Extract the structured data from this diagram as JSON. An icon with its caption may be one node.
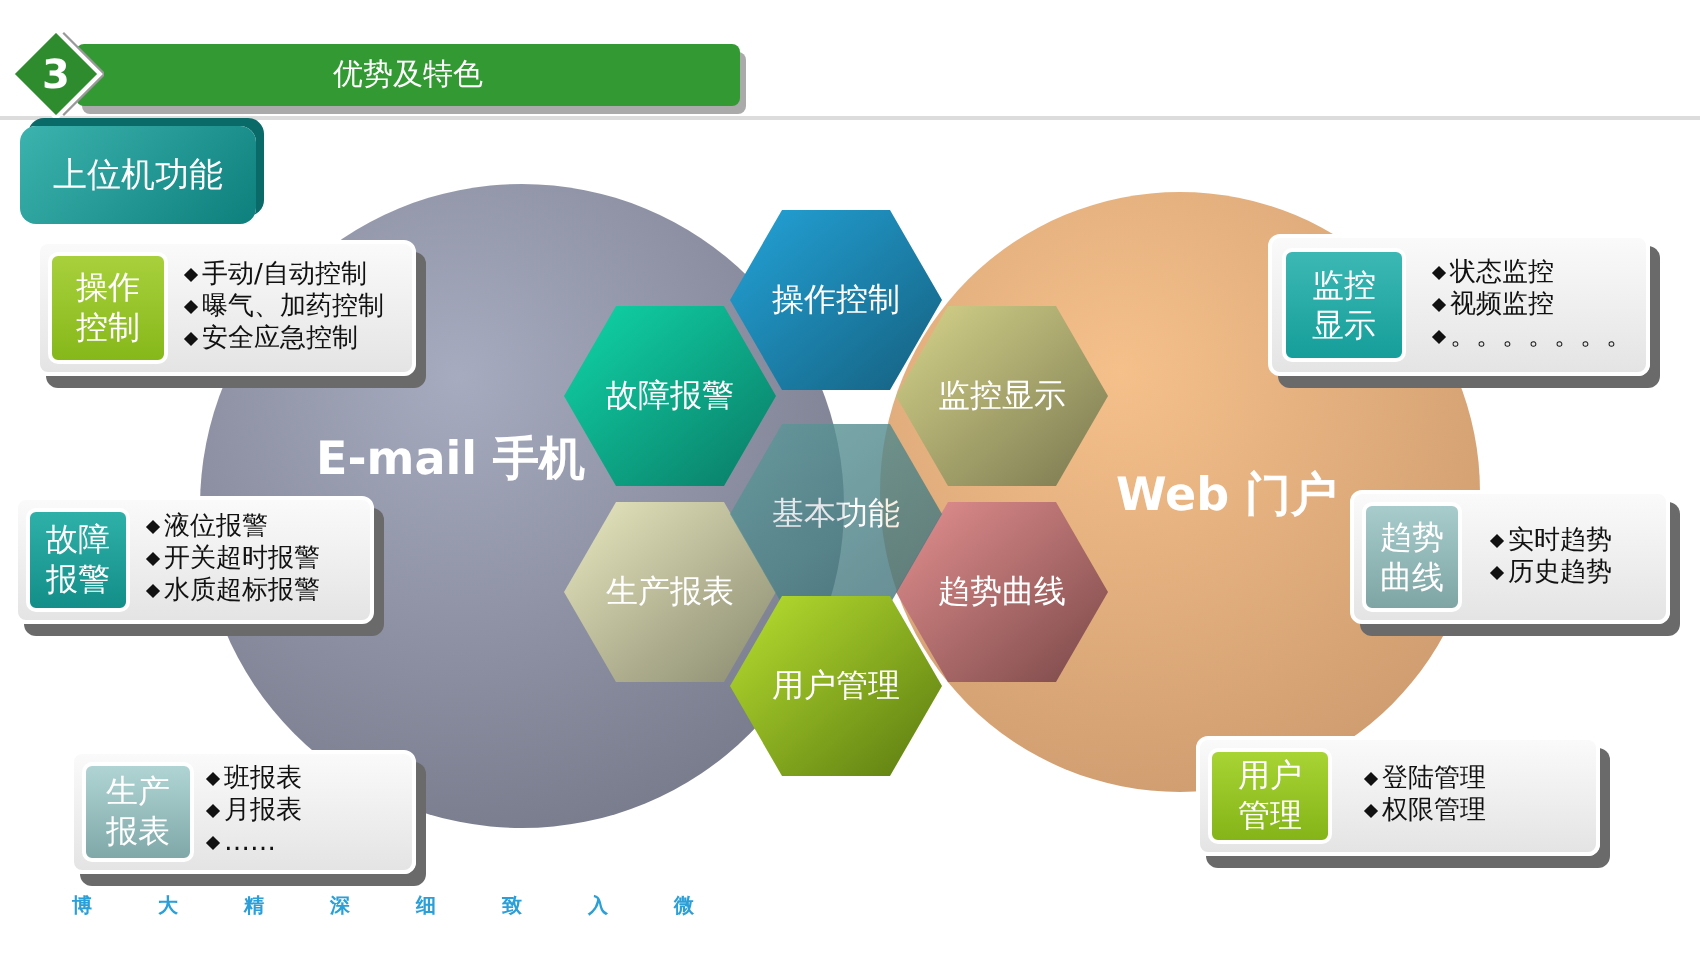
{
  "diagram": {
    "title": "优势及特色",
    "nodes": [
      {
        "text": [
          "3"
        ]
      },
      {
        "text": [
          "上位机功能"
        ]
      },
      {
        "text": [
          "E-mail 手机"
        ]
      },
      {
        "text": [
          "Web 门户"
        ]
      },
      {
        "text": [
          "操作控制"
        ]
      },
      {
        "text": [
          "故障报警"
        ],
        "in": 2
      },
      {
        "text": [
          "监控显示"
        ],
        "in": 3
      },
      {
        "text": [
          "基本功能"
        ]
      },
      {
        "text": [
          "生产报表"
        ],
        "in": 2
      },
      {
        "text": [
          "趋势曲线"
        ],
        "in": 3
      },
      {
        "text": [
          "用户管理"
        ]
      },
      {
        "text": [
          "手动/自动控制",
          "曝气、加药控制",
          "安全应急控制"
        ]
      },
      {
        "text": [
          "操作控制"
        ],
        "in": 11
      },
      {
        "text": [
          "状态监控",
          "视频监控",
          "。。。。。。。"
        ]
      },
      {
        "text": [
          "监控显示"
        ]
      },
      {
        "text": [
          "液位报警",
          "开关超时报警",
          "水质超标报警"
        ]
      },
      {
        "text": [
          "故障报警"
        ],
        "in": 15
      },
      {
        "text": [
          "实时趋势",
          "历史趋势"
        ]
      },
      {
        "text": [
          "趋势曲线"
        ]
      },
      {
        "text": [
          "班报表",
          "月报表",
          "……"
        ]
      },
      {
        "text": [
          "生产报表"
        ],
        "in": 19
      },
      {
        "text": [
          "登陆管理",
          "权限管理"
        ]
      },
      {
        "text": [
          "用户管理"
        ],
        "in": 21
      }
    ],
    "labels": [
      "博",
      "大",
      "精",
      "深",
      "细",
      "致",
      "入",
      "微"
    ]
  }
}
